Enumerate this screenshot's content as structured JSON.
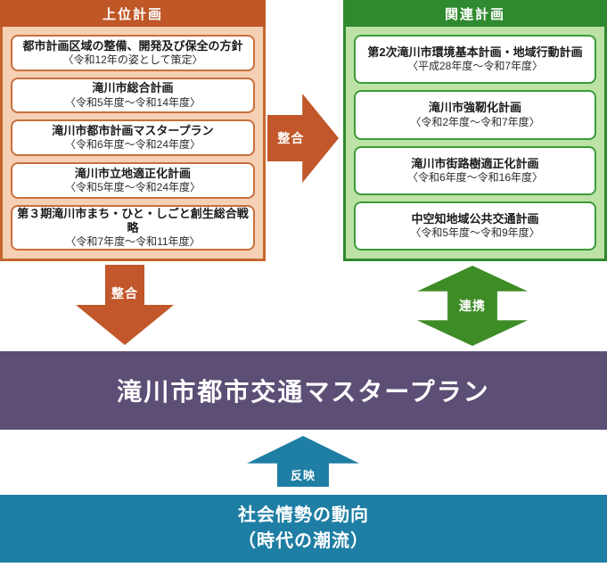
{
  "upper_plans": {
    "header": "上位計画",
    "items": [
      {
        "title": "都市計画区域の整備、開発及び保全の方針",
        "period": "〈令和12年の姿として策定〉"
      },
      {
        "title": "滝川市総合計画",
        "period": "〈令和5年度〜令和14年度〉"
      },
      {
        "title": "滝川市都市計画マスタープラン",
        "period": "〈令和6年度〜令和24年度〉"
      },
      {
        "title": "滝川市立地適正化計画",
        "period": "〈令和5年度〜令和24年度〉"
      },
      {
        "title": "第３期滝川市まち・ひと・しごと創生総合戦略",
        "period": "〈令和7年度〜令和11年度〉"
      }
    ]
  },
  "related_plans": {
    "header": "関連計画",
    "items": [
      {
        "title": "第2次滝川市環境基本計画・地域行動計画",
        "period": "〈平成28年度〜令和7年度〉"
      },
      {
        "title": "滝川市強靭化計画",
        "period": "〈令和2年度〜令和7年度〉"
      },
      {
        "title": "滝川市街路樹適正化計画",
        "period": "〈令和6年度〜令和16年度〉"
      },
      {
        "title": "中空知地域公共交通計画",
        "period": "〈令和5年度〜令和9年度〉"
      }
    ]
  },
  "arrows": {
    "align_between_panels": "整合",
    "align_down": "整合",
    "cooperate": "連携",
    "reflect": "反映"
  },
  "master_plan": {
    "title": "滝川市都市交通マスタープラン"
  },
  "social_trends": {
    "line1": "社会情勢の動向",
    "line2": "（時代の潮流）"
  },
  "colors": {
    "orange_dark": "#bf5727",
    "orange_light": "#f5d0b5",
    "orange_box_border": "#c8703c",
    "green_dark": "#2f8a2f",
    "green_light": "#bce2a6",
    "green_box_border": "#3a9b3a",
    "green_arrow": "#3e8c26",
    "purple": "#5d4e75",
    "teal": "#1e7ea4"
  }
}
